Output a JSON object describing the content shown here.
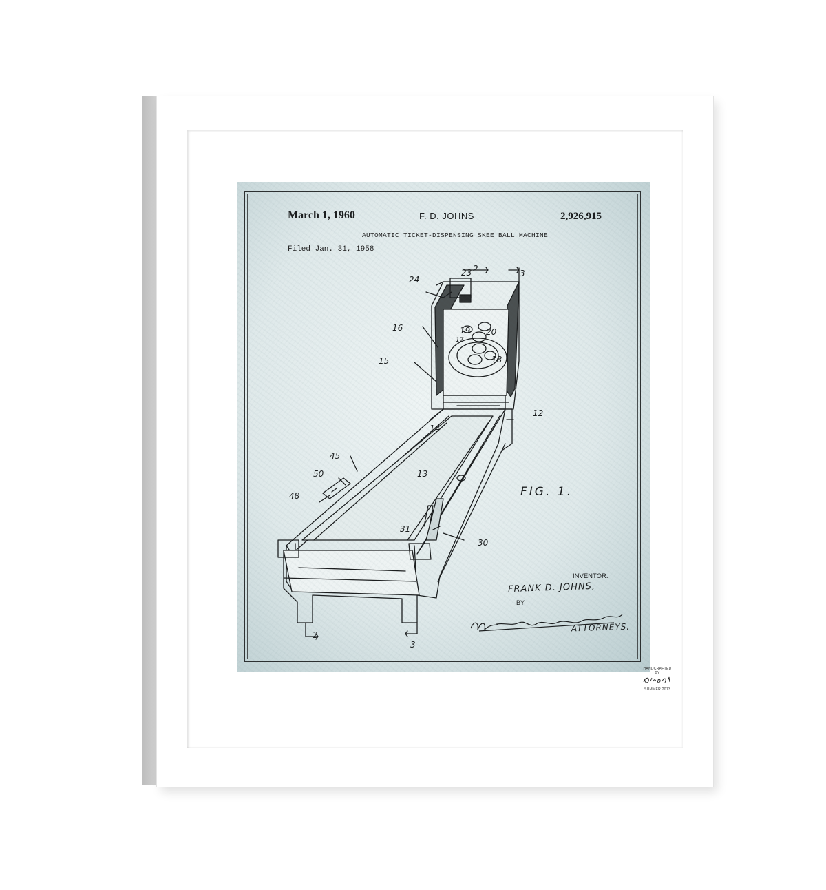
{
  "patent": {
    "date": "March 1, 1960",
    "inventor_short": "F. D. JOHNS",
    "number": "2,926,915",
    "title": "AUTOMATIC TICKET-DISPENSING SKEE BALL MACHINE",
    "filed": "Filed Jan. 31, 1958",
    "figure_label": "FIG. 1.",
    "inventor_label": "INVENTOR.",
    "inventor_name": "FRANK D. JOHNS,",
    "by_label": "BY",
    "attorneys_label": "ATTORNEYS,",
    "attorneys_signature": "McMorrow, Berman & Davidson",
    "callouts": {
      "c24": "24",
      "c23": "23",
      "c2_top": "2",
      "c3_top": "3",
      "c16": "16",
      "c19": "19",
      "c20": "20",
      "c17": "17",
      "c18": "18",
      "c15": "15",
      "c14": "14",
      "c12": "12",
      "c45": "45",
      "c13": "13",
      "c50": "50",
      "c48": "48",
      "c31": "31",
      "c30": "30",
      "c2_bottom": "2",
      "c3_bottom": "3"
    }
  },
  "stamp": {
    "line1": "HANDCRAFTED BY",
    "signature": "Oliver Gal",
    "line3": "SUMMER 2013"
  },
  "colors": {
    "print_base": "#dfe9ea",
    "print_edge": "#b9cccf",
    "ink": "#1b1d1e",
    "frame": "#ffffff"
  }
}
